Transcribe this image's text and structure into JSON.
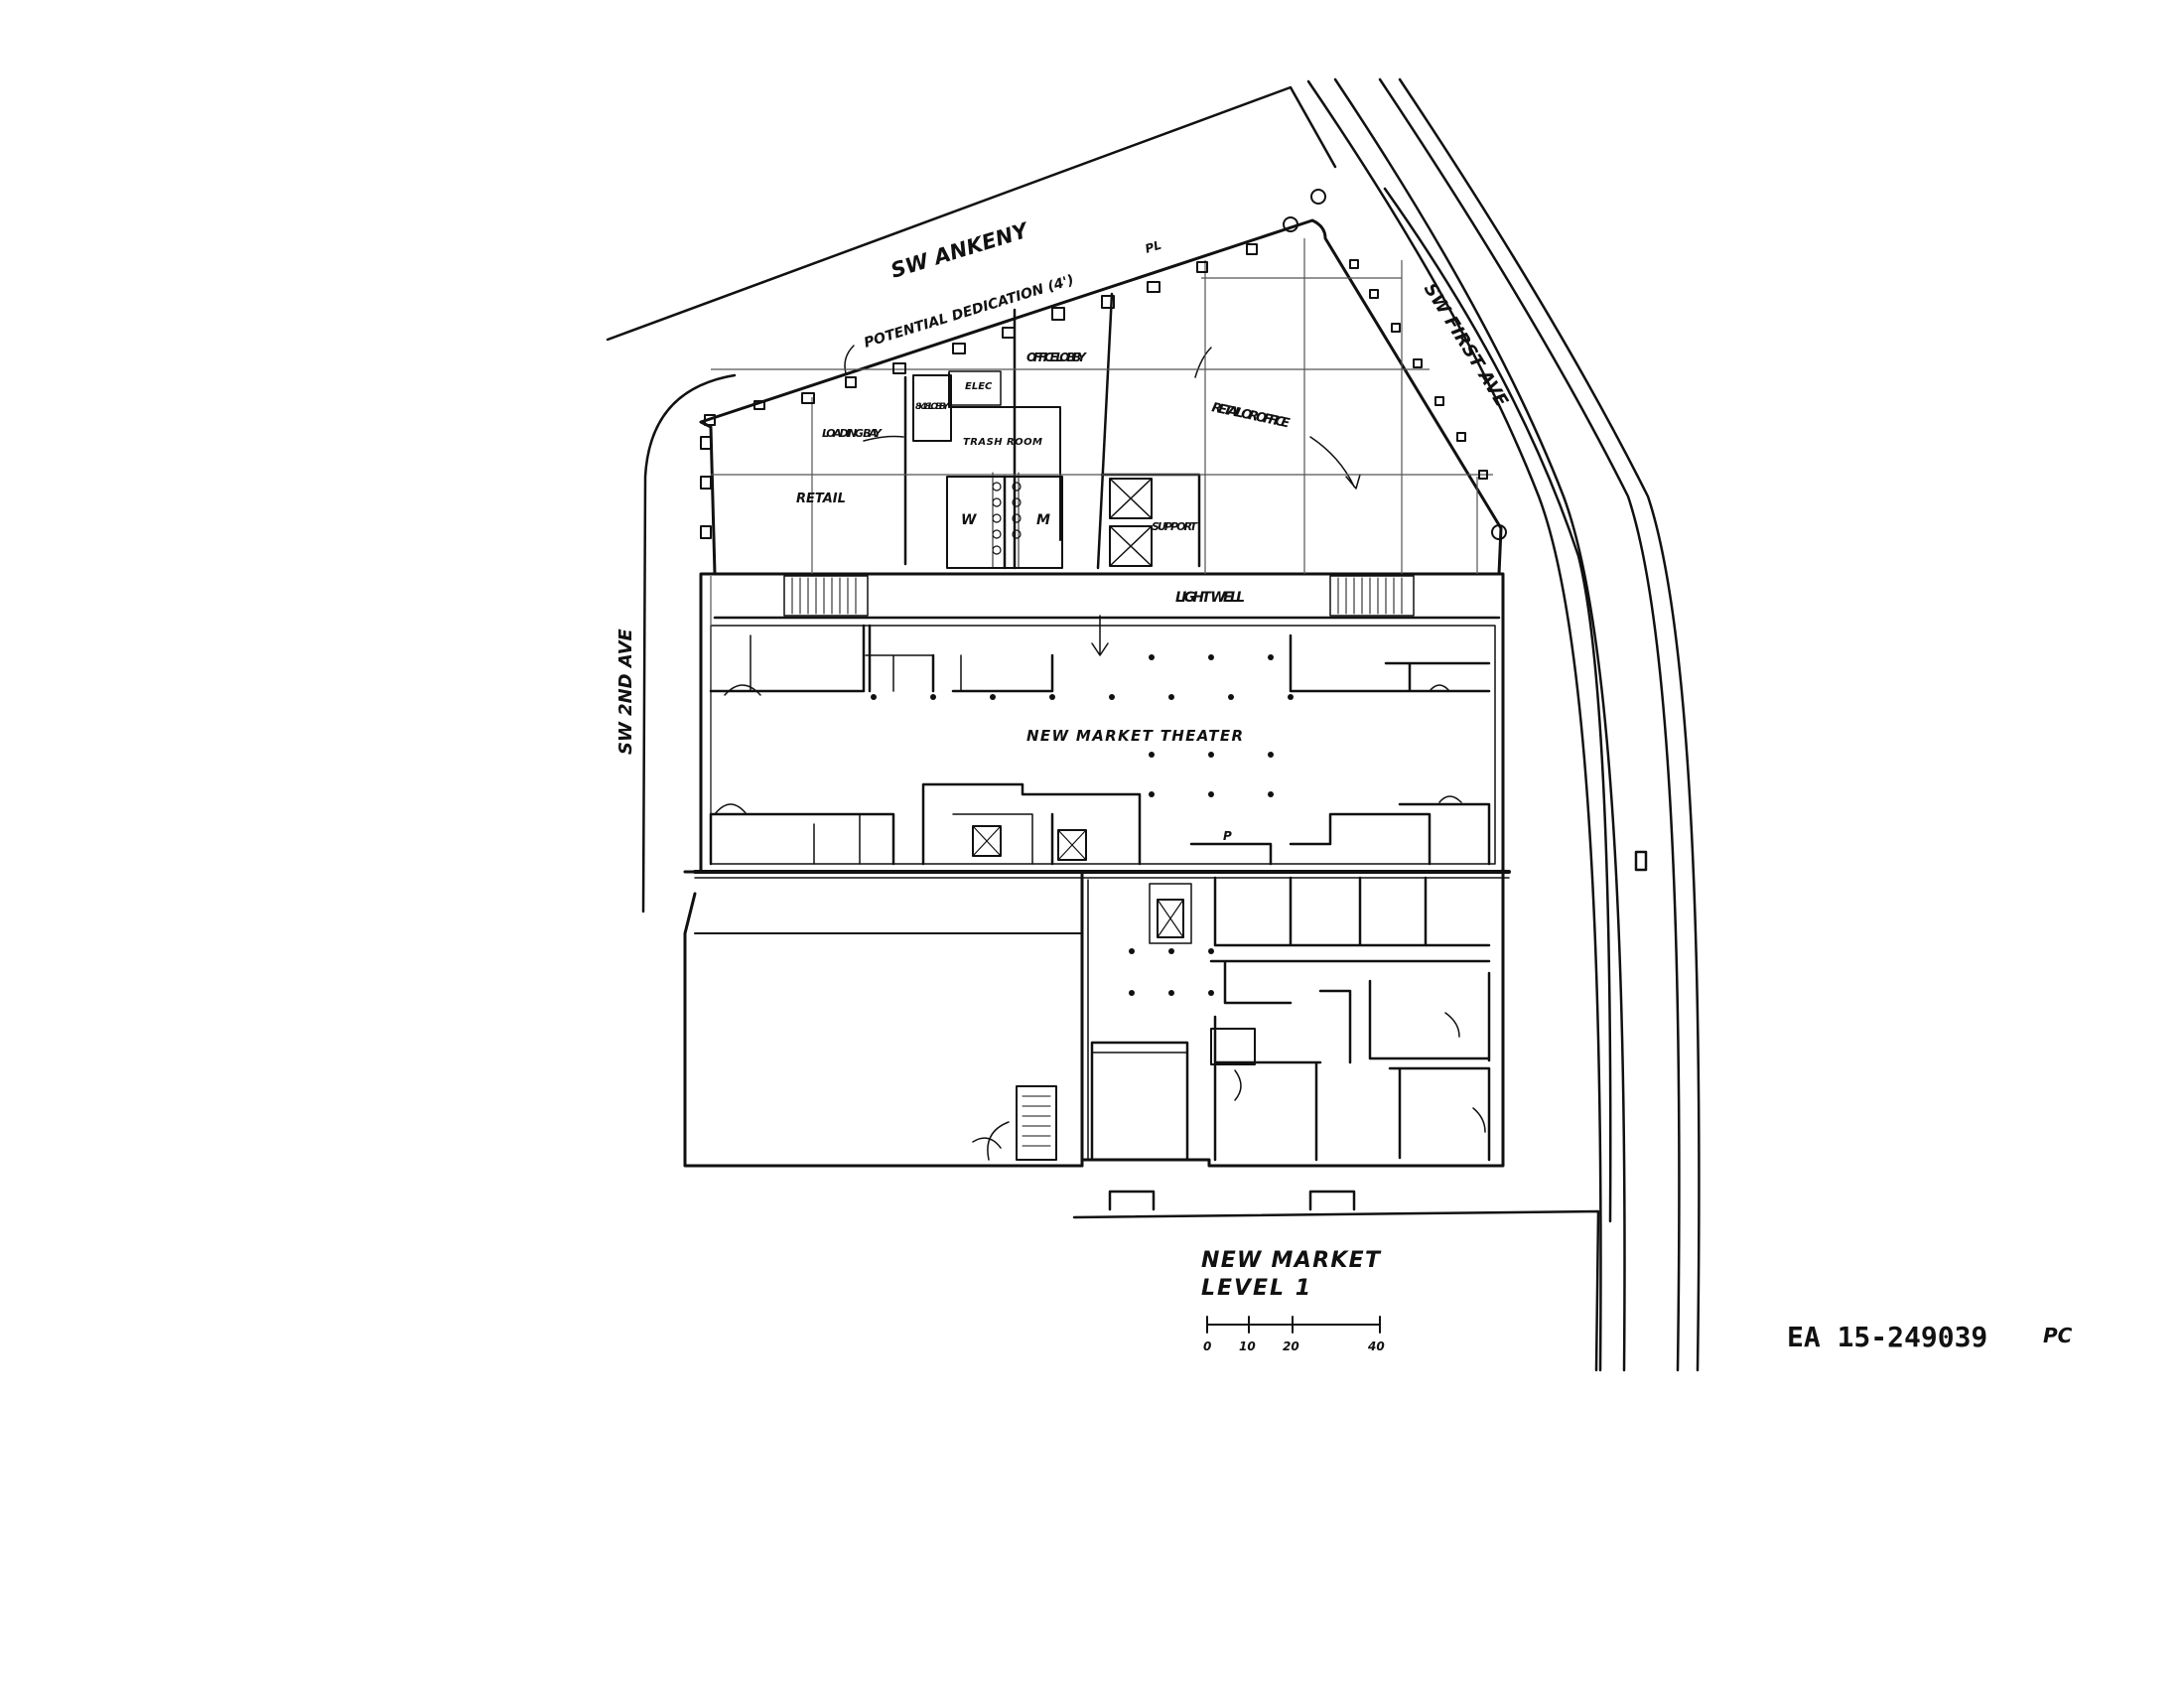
{
  "streets": {
    "ankeny": "SW ANKENY",
    "first_ave": "SW FIRST AVE",
    "second_ave": "SW 2ND AVE"
  },
  "annotations": {
    "dedication": "POTENTIAL DEDICATION (4')",
    "pl": "PL",
    "retail": "RETAIL",
    "loading_bay": "LOADING BAY",
    "lobby_size": "8'x 18' LOBBY",
    "elec": "ELEC",
    "office_lobby": "OFFICE LOBBY",
    "trash_room": "TRASH ROOM",
    "w": "W",
    "m": "M",
    "support": "SUPPORT",
    "retail_or_office": "RETAIL OR OFFICE",
    "light_well": "LIGHT WELL",
    "theater": "NEW MARKET THEATER",
    "p": "P"
  },
  "title_block": {
    "line1": "NEW MARKET",
    "line2": "LEVEL 1",
    "scale_labels": [
      "0",
      "10",
      "20",
      "40"
    ]
  },
  "stamp": {
    "id": "EA 15-249039",
    "suffix": "PC"
  }
}
